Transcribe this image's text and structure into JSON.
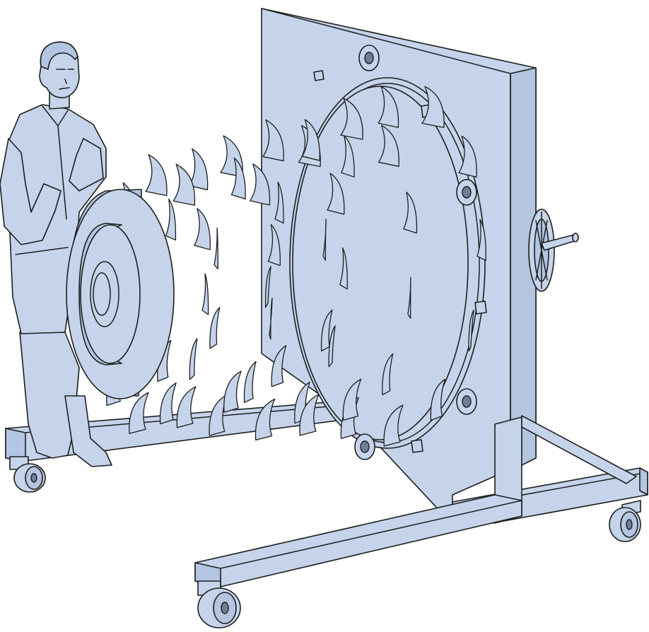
{
  "colors": {
    "fill": "#c5d4ea",
    "shade": "#b3c5e1",
    "dark": "#6f7f99",
    "stroke": "#1e1e1e",
    "background": "#ffffff"
  },
  "diagram": {
    "elements": [
      "standing-person",
      "wave-energy-rotor",
      "rotor-hub",
      "rotor-blades",
      "vertical-support-plate",
      "circular-flange",
      "guide-rollers",
      "mounting-brackets",
      "hand-wheel",
      "base-frame",
      "caster-wheels"
    ],
    "rotor_blade_rows": 5
  }
}
